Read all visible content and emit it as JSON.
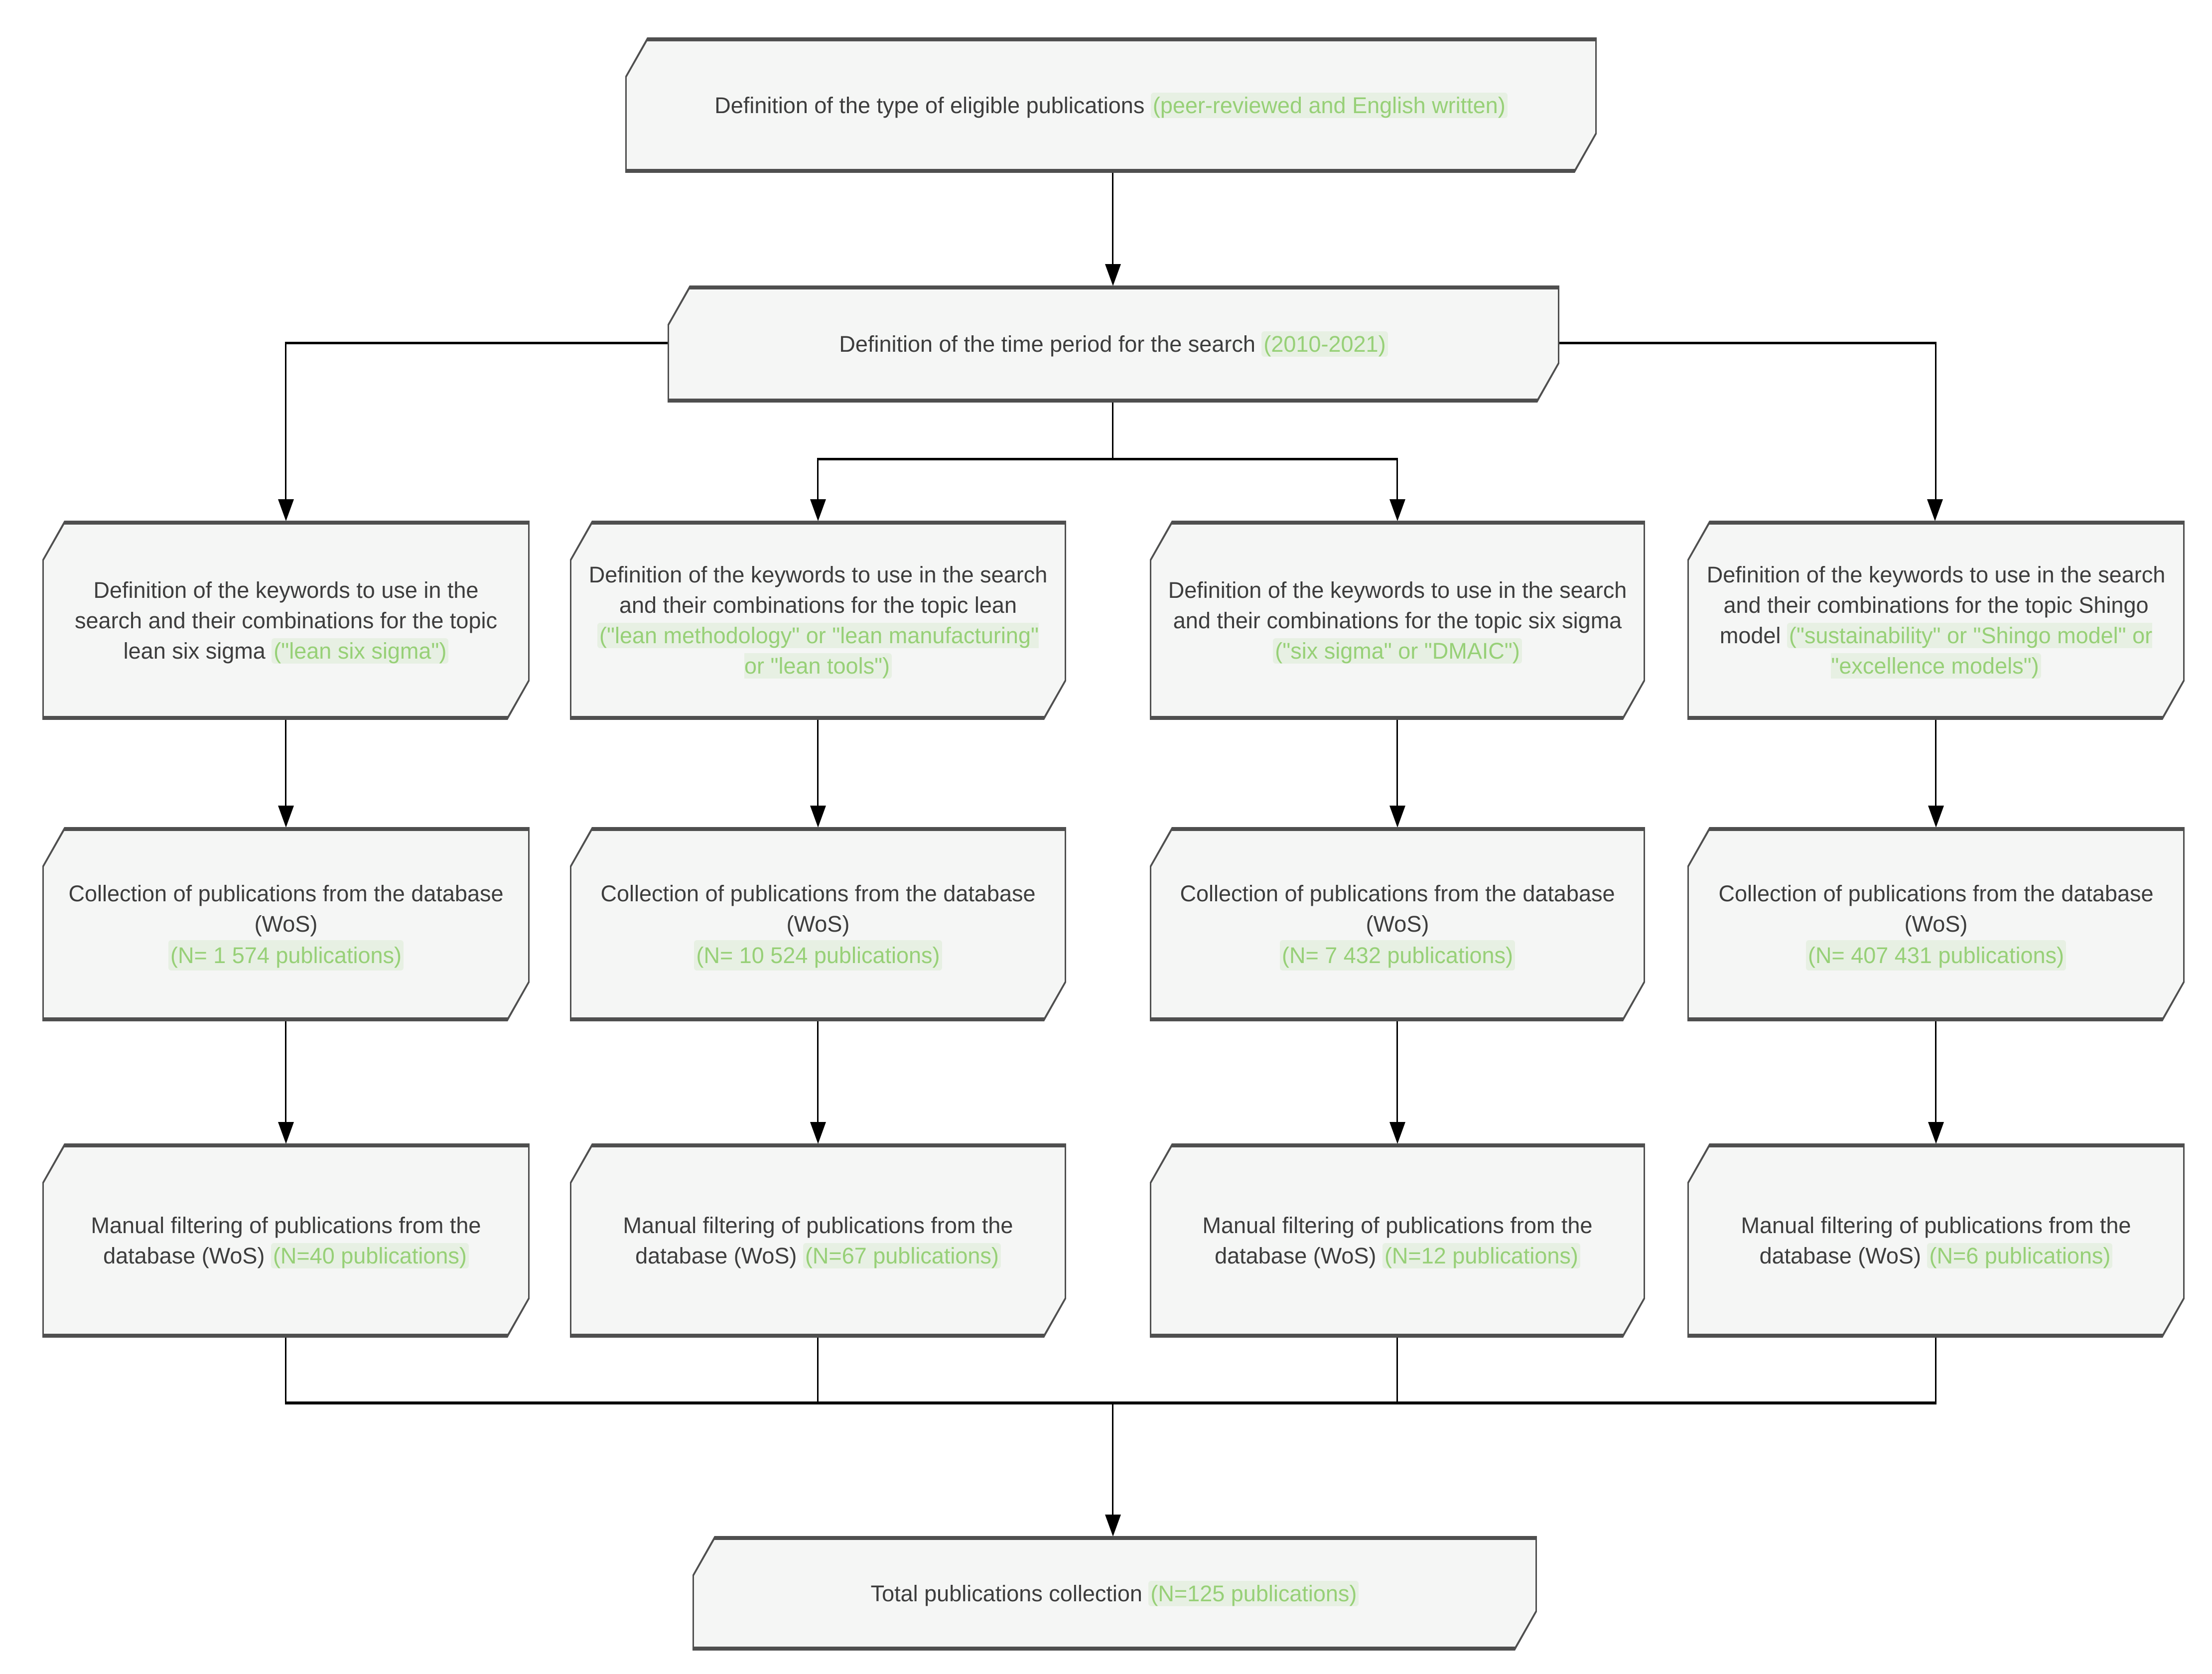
{
  "figure": {
    "type": "flowchart",
    "description": "Systematic literature search flow diagram (WoS publication screening)",
    "colors": {
      "box_fill": "#f5f6f5",
      "box_border": "#4f4f4f",
      "text": "#3d3d3d",
      "highlight": "#97d077",
      "connector": "#000000"
    }
  },
  "nodes": {
    "eligible": {
      "text": "Definition of the type of eligible publications",
      "highlight": "(peer-reviewed and English written)"
    },
    "time_period": {
      "text": "Definition of the time period for the search",
      "highlight": "(2010-2021)"
    },
    "keywords": [
      {
        "text": "Definition of the keywords to use in the search and their combinations for the topic lean six sigma",
        "highlight": "(\"lean six sigma\")"
      },
      {
        "text": "Definition of the keywords to use in the search and their combinations for the topic lean",
        "highlight": "(\"lean methodology\" or \"lean manufacturing\" or \"lean tools\")"
      },
      {
        "text": "Definition of the keywords to use in the search and their combinations for the topic six sigma",
        "highlight": "(\"six sigma\" or \"DMAIC\")"
      },
      {
        "text": "Definition of the keywords to use in the search and their combinations for the topic Shingo model",
        "highlight": "(\"sustainability\" or \"Shingo model\" or \"excellence models\")"
      }
    ],
    "collection": [
      {
        "text": "Collection of publications from the database (WoS)",
        "highlight": "(N= 1 574 publications)"
      },
      {
        "text": "Collection of publications from the database (WoS)",
        "highlight": "(N= 10 524 publications)"
      },
      {
        "text": "Collection of publications from the database (WoS)",
        "highlight": "(N= 7 432 publications)"
      },
      {
        "text": "Collection of publications from the database (WoS)",
        "highlight": "(N= 407 431 publications)"
      }
    ],
    "filtering": [
      {
        "text": "Manual filtering of publications from the database (WoS)",
        "highlight": "(N=40 publications)"
      },
      {
        "text": "Manual filtering of publications from the database (WoS)",
        "highlight": "(N=67 publications)"
      },
      {
        "text": "Manual filtering of publications from the database (WoS)",
        "highlight": "(N=12 publications)"
      },
      {
        "text": "Manual filtering of publications from the database (WoS)",
        "highlight": "(N=6 publications)"
      }
    ],
    "total": {
      "text": "Total publications collection",
      "highlight": "(N=125 publications)"
    }
  }
}
